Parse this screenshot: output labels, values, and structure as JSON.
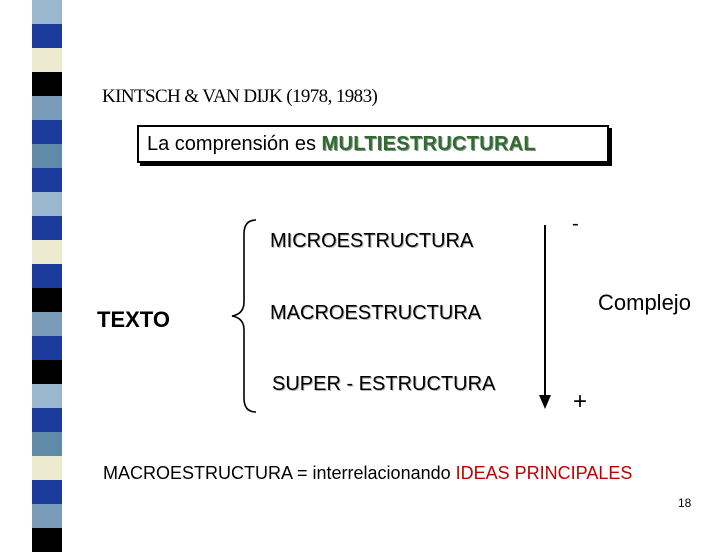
{
  "heading": "KINTSCH & VAN DIJK (1978, 1983)",
  "banner": {
    "prefix": "La comprensión es ",
    "highlight": "MULTIESTRUCTURAL"
  },
  "left_label": "TEXTO",
  "structures": [
    "MICROESTRUCTURA",
    "MACROESTRUCTURA",
    "SUPER - ESTRUCTURA"
  ],
  "scale": {
    "top": "-",
    "label": "Complejo",
    "bottom": "+"
  },
  "definition": {
    "prefix": "MACROESTRUCTURA = interrelacionando ",
    "highlight": "IDEAS PRINCIPALES"
  },
  "page_number": "18",
  "colors": {
    "highlight_green": "#2f6d2f",
    "highlight_red": "#c00000"
  }
}
